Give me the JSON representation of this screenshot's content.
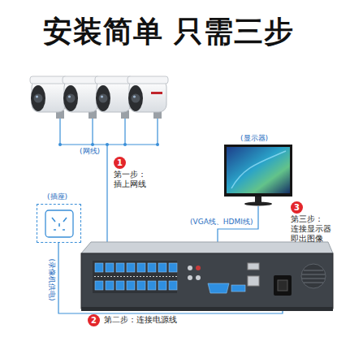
{
  "diagram": {
    "title": "安装简单 只需三步",
    "nodes": [
      {
        "text": [
          "(显示器)"
        ]
      },
      {
        "text": [
          "1",
          "第一步： 插上网线"
        ]
      },
      {
        "text": [
          "(插座)"
        ]
      },
      {
        "text": [
          "3",
          "第三步： 连接显示器 即出图像"
        ]
      },
      {
        "text": [
          "2",
          "第二步：连接电源线"
        ]
      }
    ],
    "labels": [
      "(网线)",
      "(VGA线、HDMI线)",
      "(录像机供电)"
    ]
  }
}
